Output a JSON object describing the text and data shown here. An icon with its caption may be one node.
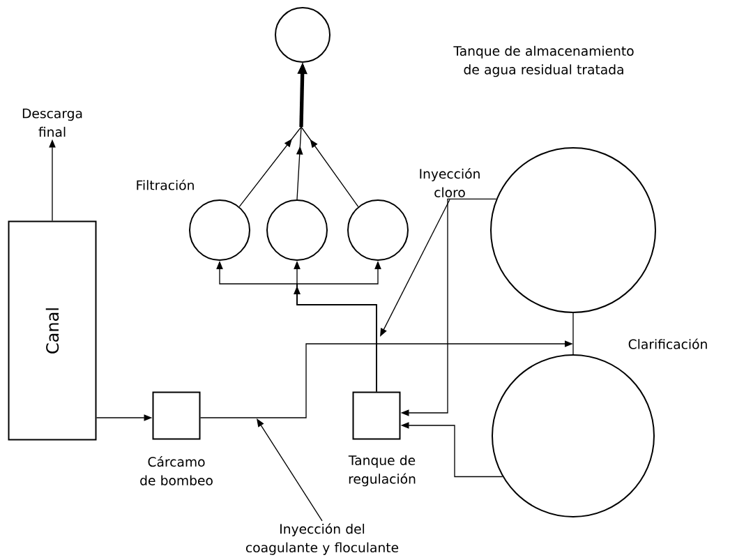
{
  "diagram": {
    "nodes": [
      {
        "text": [],
        "shape": "circle"
      },
      {
        "text": [
          "Descarga final"
        ]
      },
      {
        "text": [
          "Canal"
        ]
      },
      {
        "text": [],
        "shape": "circle"
      },
      {
        "text": [],
        "shape": "circle"
      },
      {
        "text": [],
        "shape": "circle"
      },
      {
        "text": [
          "Inyección cloro"
        ]
      },
      {
        "text": [],
        "shape": "circle"
      },
      {
        "text": [],
        "shape": "circle"
      },
      {
        "text": [
          "Cárcamo de bombeo"
        ]
      },
      {
        "text": [
          "Tanque de regulación"
        ]
      },
      {
        "text": [
          "Inyección del coagulante y floculante"
        ]
      }
    ],
    "edges": [
      {
        "from": 2,
        "to": 1,
        "arrow": "to"
      },
      {
        "from": 2,
        "to": 9,
        "arrow": "to"
      },
      {
        "from": 9,
        "to": 8,
        "arrow": "to"
      },
      {
        "from": 7,
        "to": 8,
        "arrow": "none"
      },
      {
        "from": 7,
        "to": 10,
        "arrow": "to"
      },
      {
        "from": 8,
        "to": 10,
        "arrow": "to"
      },
      {
        "from": 10,
        "to": 3,
        "arrow": "to"
      },
      {
        "from": 10,
        "to": 4,
        "arrow": "to"
      },
      {
        "from": 10,
        "to": 5,
        "arrow": "to"
      },
      {
        "from": 3,
        "to": 0,
        "arrow": "to"
      },
      {
        "from": 4,
        "to": 0,
        "arrow": "to"
      },
      {
        "from": 5,
        "to": 0,
        "arrow": "to"
      },
      {
        "from": 6,
        "to": null,
        "arrow": "to"
      },
      {
        "from": 11,
        "to": null,
        "arrow": "to"
      }
    ],
    "labels": [
      "Tanque de almacenamiento de agua residual tratada",
      "Filtración",
      "Clarificación"
    ]
  }
}
